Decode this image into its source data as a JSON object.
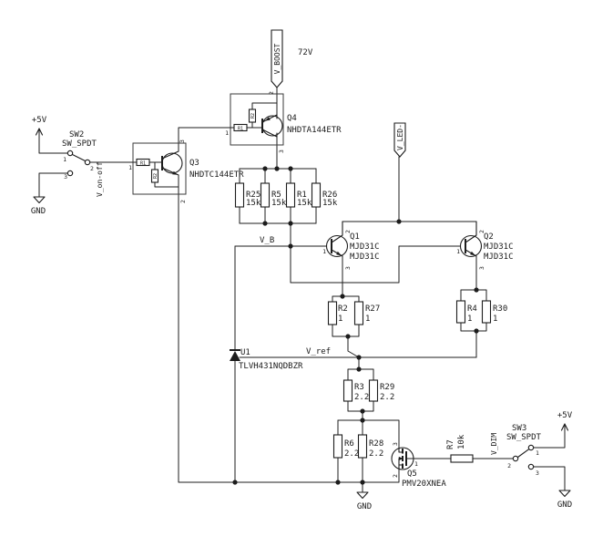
{
  "power": {
    "vcc": "+5V",
    "gnd": "GND"
  },
  "flags": {
    "v_boost": "V_BOOST",
    "v_led": "V_LED-"
  },
  "nets": {
    "v_on_off": "V_on-off",
    "v_b": "V_B",
    "v_ref": "V_ref",
    "v_dim": "V_DIM"
  },
  "annotations": {
    "boost_voltage": "72V"
  },
  "components": {
    "sw2": {
      "ref": "SW2",
      "value": "SW_SPDT",
      "pin1": "1",
      "pin2": "2",
      "pin3": "3"
    },
    "sw3": {
      "ref": "SW3",
      "value": "SW_SPDT",
      "pin1": "1",
      "pin2": "2",
      "pin3": "3"
    },
    "q3": {
      "ref": "Q3",
      "value": "NHDTC144ETR",
      "pin1": "1",
      "pin2": "2",
      "pin3": "3",
      "r1": "R1",
      "r2": "R2"
    },
    "q4": {
      "ref": "Q4",
      "value": "NHDTA144ETR",
      "pin1": "1",
      "pin2": "2",
      "pin3": "3",
      "r1": "R1",
      "r2": "R2"
    },
    "q1": {
      "ref": "Q1",
      "value": "MJD31C",
      "value2": "MJD31C",
      "pin1": "1",
      "pin2": "2",
      "pin3": "3"
    },
    "q2": {
      "ref": "Q2",
      "value": "MJD31C",
      "value2": "MJD31C",
      "pin1": "1",
      "pin2": "2",
      "pin3": "3"
    },
    "q5": {
      "ref": "Q5",
      "value": "PMV20XNEA",
      "pin1": "1",
      "pin2": "2",
      "pin3": "3"
    },
    "u1": {
      "ref": "U1",
      "value": "TLVH431NQDBZR"
    },
    "r25": {
      "ref": "R25",
      "value": "15k"
    },
    "r5": {
      "ref": "R5",
      "value": "15k"
    },
    "r1": {
      "ref": "R1",
      "value": "15k"
    },
    "r26": {
      "ref": "R26",
      "value": "15k"
    },
    "r2": {
      "ref": "R2",
      "value": "1"
    },
    "r27": {
      "ref": "R27",
      "value": "1"
    },
    "r4": {
      "ref": "R4",
      "value": "1"
    },
    "r30": {
      "ref": "R30",
      "value": "1"
    },
    "r3": {
      "ref": "R3",
      "value": "2.2"
    },
    "r29": {
      "ref": "R29",
      "value": "2.2"
    },
    "r6": {
      "ref": "R6",
      "value": "2.2"
    },
    "r28": {
      "ref": "R28",
      "value": "2.2"
    },
    "r7": {
      "ref": "R7",
      "value": "10k"
    }
  },
  "colors": {
    "wire": "#1c1c1c",
    "background": "#ffffff"
  }
}
